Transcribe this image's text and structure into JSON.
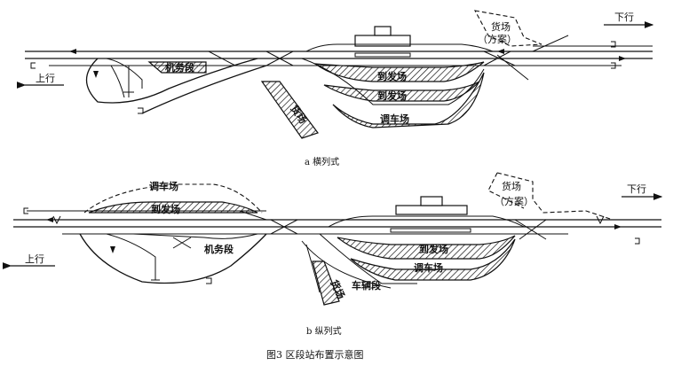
{
  "diagram_a": {
    "labels": {
      "up_direction": "上行",
      "down_direction": "下行",
      "depot": "机务段",
      "arrival_departure_1": "到发场",
      "arrival_departure_2": "到发场",
      "marshalling": "调车场",
      "freight_yard": "货场",
      "freight_yard_plan": "货场",
      "plan_note": "（方案）"
    },
    "caption": "a  横列式"
  },
  "diagram_b": {
    "labels": {
      "up_direction": "上行",
      "down_direction": "下行",
      "marshalling_planned": "调车场",
      "arrival_departure_left": "到发场",
      "depot": "机务段",
      "arrival_departure_right": "到发场",
      "marshalling": "调车场",
      "freight_yard": "货场",
      "car_depot": "车辆段",
      "freight_yard_plan": "货场",
      "plan_note": "（方案）"
    },
    "caption": "b  纵列式"
  },
  "figure_caption": "图3   区段站布置示意图"
}
